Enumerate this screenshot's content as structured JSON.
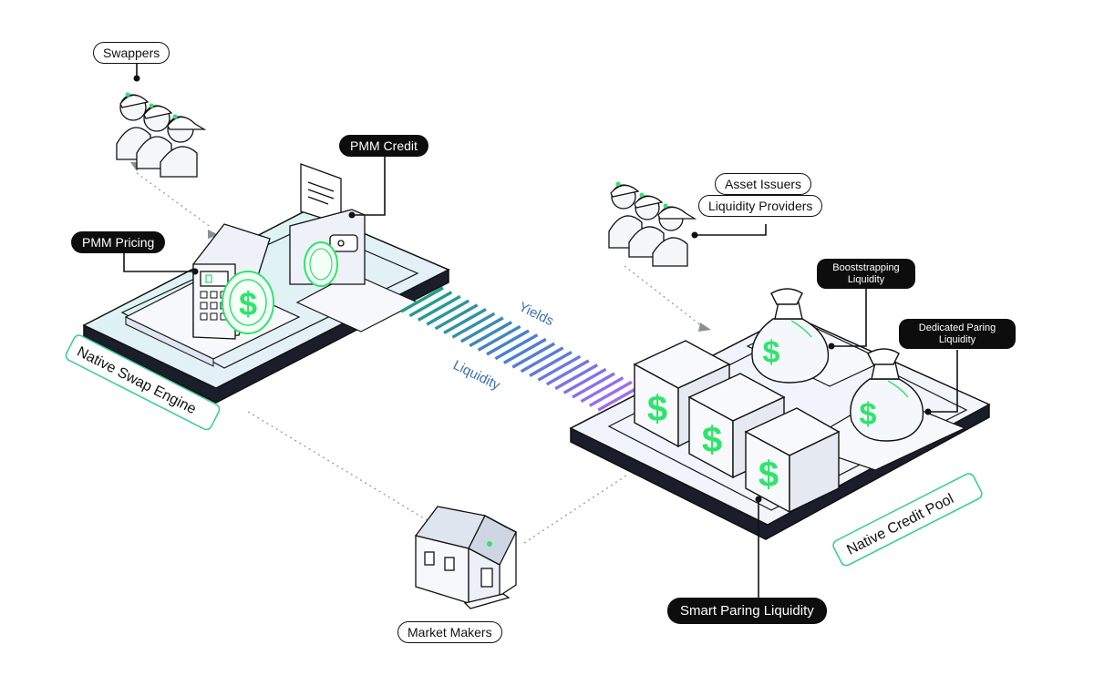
{
  "labels": {
    "swappers": "Swappers",
    "pmm_credit": "PMM Credit",
    "pmm_pricing": "PMM Pricing",
    "native_swap_engine": "Native Swap Engine",
    "yields": "Yields",
    "liquidity": "Liquidity",
    "asset_issuers": "Asset Issuers",
    "liquidity_providers": "Liquidity Providers",
    "bootstrapping_liquidity": "Booststrapping Liquidity",
    "dedicated_paring_liquidity": "Dedicated Paring Liquidity",
    "native_credit_pool": "Native Credit Pool",
    "smart_paring_liquidity": "Smart Paring Liquidity",
    "market_makers": "Market Makers"
  },
  "icons": {
    "dollar_symbol": "$"
  },
  "colors": {
    "accent_green": "#2ee56b",
    "stripe_teal": "#1f9e86",
    "stripe_blue": "#4b7fd1",
    "stripe_purple": "#a06cf0",
    "flow_text_blue": "#3f6fb6",
    "platform_tint": "#e6f1f8"
  }
}
